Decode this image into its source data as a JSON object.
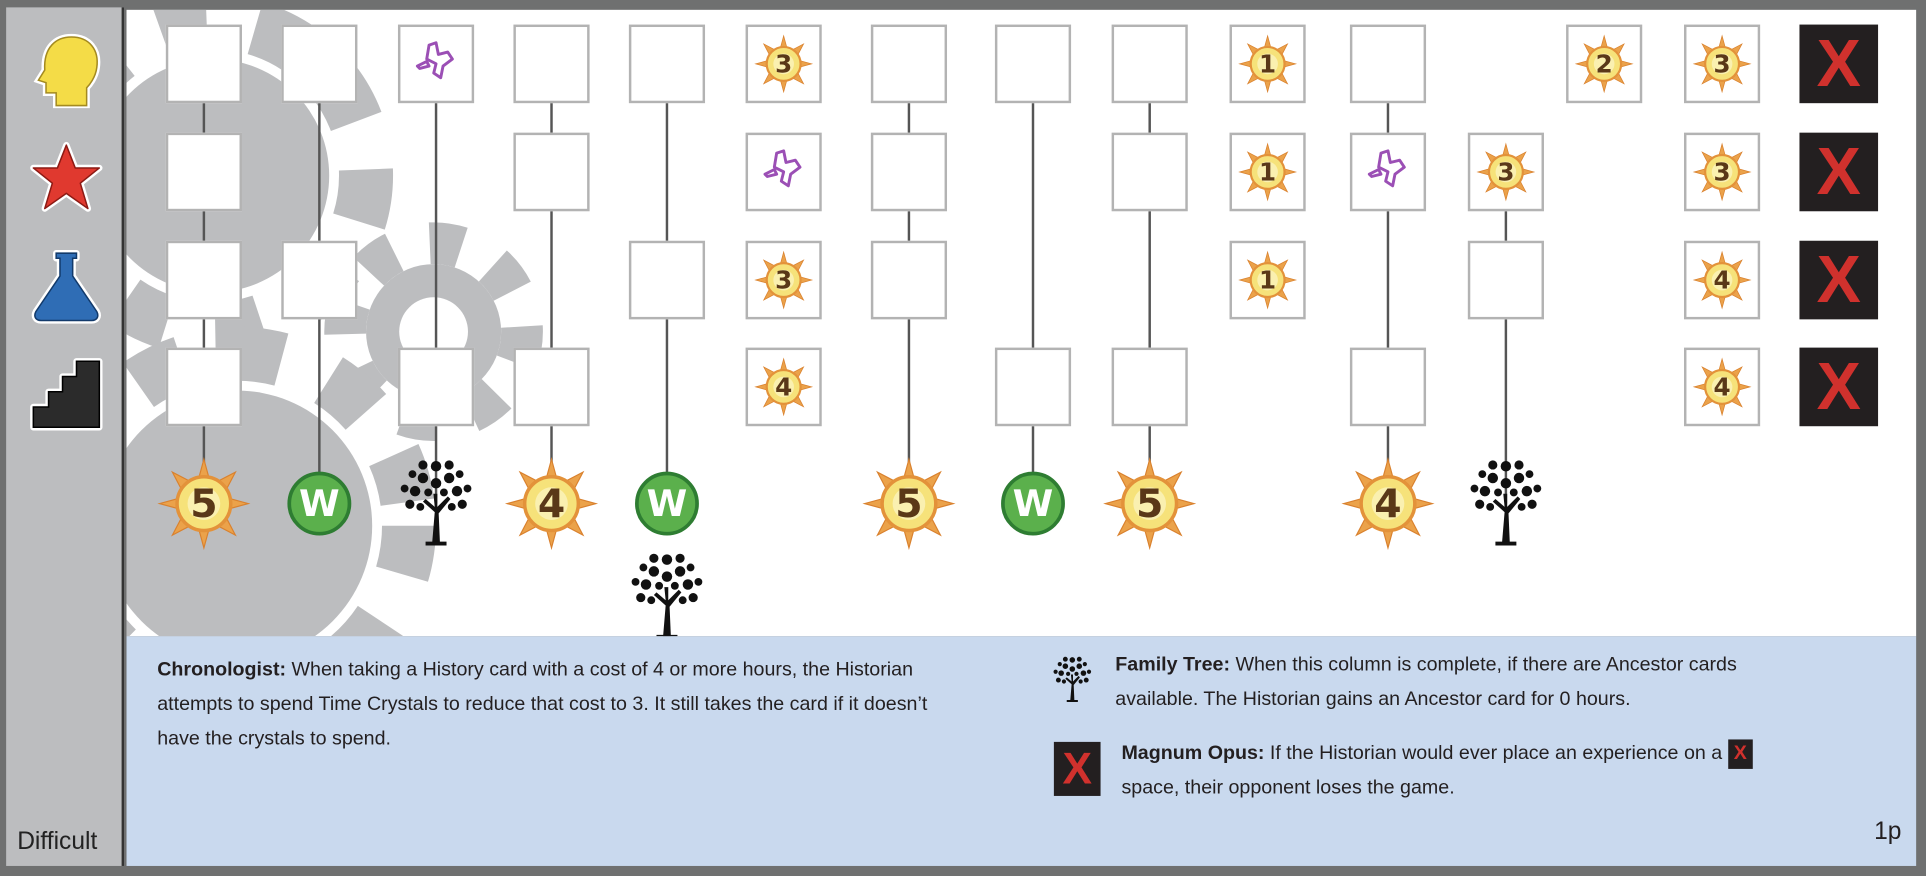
{
  "sidebar": {
    "icons": [
      "head-icon",
      "star-icon",
      "flask-icon",
      "stairs-icon"
    ],
    "difficulty": "Difficult"
  },
  "colors": {
    "sun_fill": "#f6e27a",
    "sun_edge": "#e3923a",
    "number": "#5a3818",
    "w_green": "#5bb04c",
    "x_red": "#d0312d",
    "x_bg": "#231f20",
    "panel_bg": "#c9d9ee",
    "gear": "#bcbdbf"
  },
  "board": {
    "columns": [
      {
        "cells": [
          "empty",
          "empty",
          "empty",
          "empty"
        ],
        "reward": {
          "type": "sun",
          "value": "5"
        },
        "line": true
      },
      {
        "cells": [
          "empty",
          null,
          "empty",
          null
        ],
        "reward": {
          "type": "w",
          "value": "W"
        },
        "line": true
      },
      {
        "cells": [
          "crystal",
          null,
          null,
          "empty"
        ],
        "reward": {
          "type": "tree"
        },
        "line": true
      },
      {
        "cells": [
          "empty",
          "empty",
          null,
          "empty"
        ],
        "reward": {
          "type": "sun",
          "value": "4"
        },
        "line": true
      },
      {
        "cells": [
          "empty",
          null,
          "empty",
          null
        ],
        "reward": {
          "type": "w",
          "value": "W"
        },
        "extra": {
          "type": "tree"
        },
        "line": true
      },
      {
        "cells": [
          {
            "sun": "3"
          },
          "crystal",
          {
            "sun": "3"
          },
          {
            "sun": "4"
          }
        ],
        "line": false
      },
      {
        "cells": [
          "empty",
          "empty",
          "empty",
          null
        ],
        "reward": {
          "type": "sun",
          "value": "5"
        },
        "line": true
      },
      {
        "cells": [
          "empty",
          null,
          null,
          "empty"
        ],
        "reward": {
          "type": "w",
          "value": "W"
        },
        "line": true
      },
      {
        "cells": [
          "empty",
          "empty",
          null,
          "empty"
        ],
        "reward": {
          "type": "sun",
          "value": "5"
        },
        "line": true
      },
      {
        "cells": [
          {
            "sun": "1"
          },
          {
            "sun": "1"
          },
          {
            "sun": "1"
          },
          null
        ],
        "line": false
      },
      {
        "cells": [
          "empty",
          "crystal",
          null,
          "empty"
        ],
        "reward": {
          "type": "sun",
          "value": "4"
        },
        "line": true
      },
      {
        "cells": [
          null,
          {
            "sun": "3"
          },
          "empty",
          null
        ],
        "reward": {
          "type": "tree"
        },
        "line": true
      },
      {
        "cells": [
          {
            "sun": "2"
          },
          null,
          null,
          null
        ],
        "line": false
      },
      {
        "cells": [
          {
            "sun": "3"
          },
          {
            "sun": "3"
          },
          {
            "sun": "4"
          },
          {
            "sun": "4"
          }
        ],
        "line": false
      },
      {
        "cells": [
          "x",
          "x",
          "x",
          "x"
        ],
        "line": false,
        "x_label": "X"
      }
    ]
  },
  "panel": {
    "chronologist": {
      "title": "Chronologist:",
      "text": " When taking a History card with a cost of 4 or more hours, the Historian attempts to spend Time Crystals to reduce that cost to 3. It still takes the card if it doesn’t have the crystals to spend."
    },
    "family_tree": {
      "title": "Family Tree:",
      "text": " When this column is complete, if there are Ancestor cards available. The Historian gains an Ancestor card for 0 hours."
    },
    "magnum_opus": {
      "title": "Magnum Opus:",
      "text_before": " If the Historian would ever place an experience on a ",
      "inline_x": "X",
      "text_after": " space, their opponent loses the game.",
      "icon_x": "X"
    },
    "player_count": "1p"
  }
}
